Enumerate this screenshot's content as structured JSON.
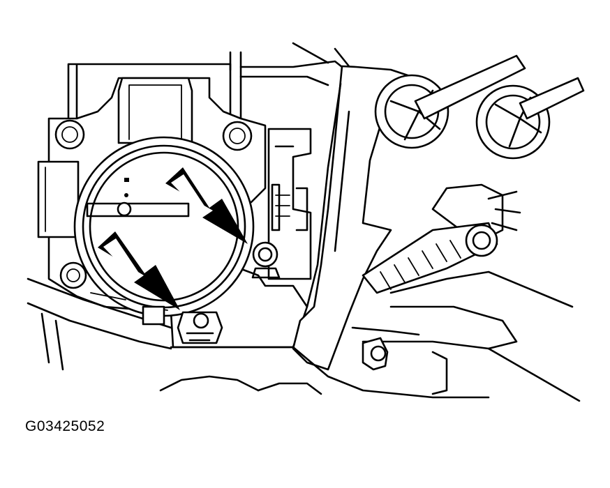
{
  "figure": {
    "code": "G03425052"
  },
  "colors": {
    "line": "#000000",
    "background": "#ffffff"
  },
  "callouts": [
    {
      "name": "arrow-upper-bolt",
      "points_to": "upper-bolt"
    },
    {
      "name": "arrow-lower-bolt",
      "points_to": "lower-bolt"
    }
  ]
}
